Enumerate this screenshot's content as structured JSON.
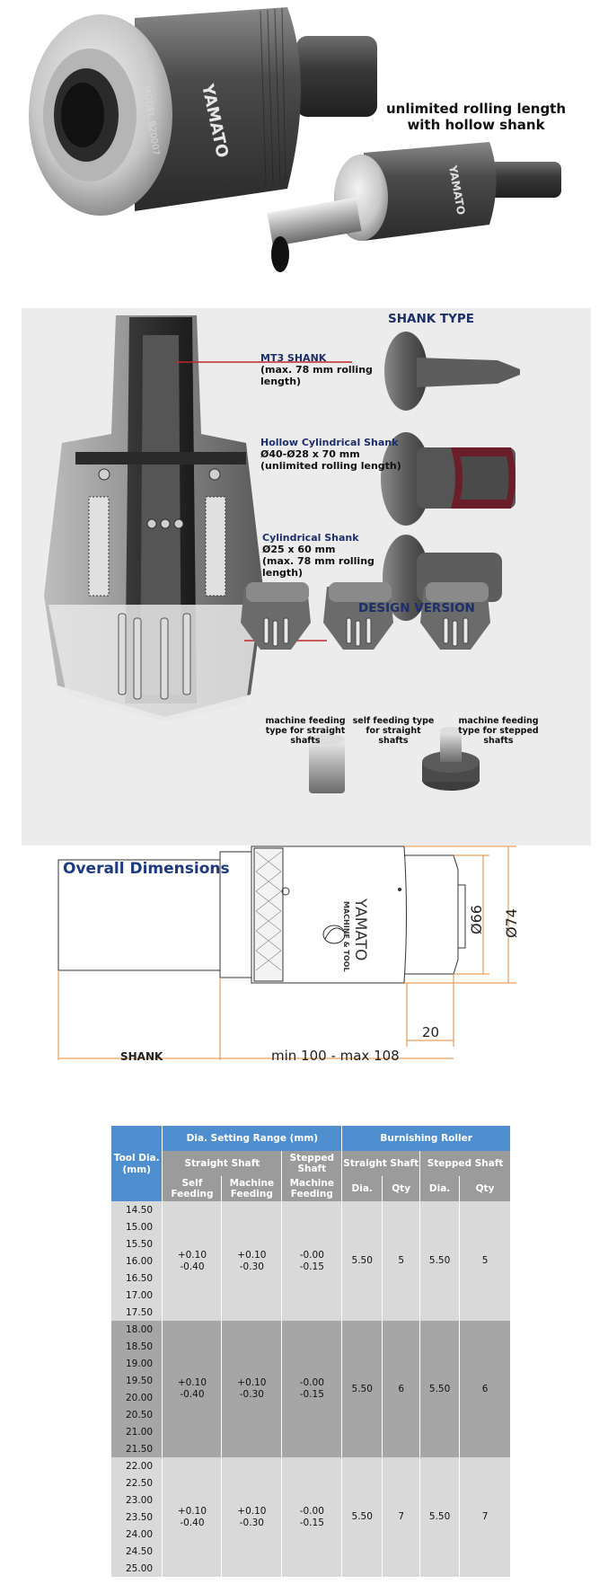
{
  "hero": {
    "brand_large": "YAMATO",
    "model_text": "MODEL B20007",
    "brand_small": "YAMATO",
    "caption": "unlimited rolling length with hollow shank"
  },
  "shank": {
    "heading": "SHANK TYPE",
    "types": [
      {
        "name": "MT3 SHANK",
        "desc": [
          "(max. 78 mm rolling length)"
        ]
      },
      {
        "name": "Hollow Cylindrical Shank",
        "desc": [
          "Ø40-Ø28 x 70 mm",
          "(unlimited rolling length)"
        ]
      },
      {
        "name": "Cylindrical Shank",
        "desc": [
          "Ø25 x 60 mm",
          "(max. 78 mm rolling length)"
        ]
      }
    ]
  },
  "design": {
    "heading": "DESIGN VERSION",
    "versions": [
      {
        "caption": [
          "machine feeding",
          "type for straight",
          "shafts"
        ]
      },
      {
        "caption": [
          "self feeding type",
          "for straight",
          "shafts"
        ]
      },
      {
        "caption": [
          "machine feeding",
          "type for stepped",
          "shafts"
        ]
      }
    ]
  },
  "dimensions": {
    "title": "Overall Dimensions",
    "brand": "YAMATO",
    "brand_sub": "MACHINE & TOOL",
    "d_inner": "Ø66",
    "d_outer": "Ø74",
    "offset": "20",
    "shank_label": "SHANK",
    "length_label": "min 100 - max 108"
  },
  "table": {
    "header": {
      "tool_dia": "Tool Dia. (mm)",
      "range": "Dia. Setting Range (mm)",
      "roller": "Burnishing Roller",
      "straight_shaft": "Straight Shaft",
      "stepped_shaft": "Stepped Shaft",
      "self_feeding": "Self Feeding",
      "machine_feeding": "Machine Feeding",
      "machine_feeding_stepped": "Machine Feeding",
      "roller_straight": "Straight Shaft",
      "roller_stepped": "Stepped Shaft",
      "dia": "Dia.",
      "qty": "Qty",
      "dia2": "Dia.",
      "qty2": "Qty"
    },
    "groups": [
      {
        "dias": [
          "14.50",
          "15.00",
          "15.50",
          "16.00",
          "16.50",
          "17.00",
          "17.50"
        ],
        "self": [
          "+0.10",
          "-0.40"
        ],
        "machine": [
          "+0.10",
          "-0.30"
        ],
        "stepped": [
          "-0.00",
          "-0.15"
        ],
        "roller_dia": "5.50",
        "roller_qty": "5",
        "stepped_dia": "5.50",
        "stepped_qty": "5"
      },
      {
        "dias": [
          "18.00",
          "18.50",
          "19.00",
          "19.50",
          "20.00",
          "20.50",
          "21.00",
          "21.50"
        ],
        "self": [
          "+0.10",
          "-0.40"
        ],
        "machine": [
          "+0.10",
          "-0.30"
        ],
        "stepped": [
          "-0.00",
          "-0.15"
        ],
        "roller_dia": "5.50",
        "roller_qty": "6",
        "stepped_dia": "5.50",
        "stepped_qty": "6"
      },
      {
        "dias": [
          "22.00",
          "22.50",
          "23.00",
          "23.50",
          "24.00",
          "24.50",
          "25.00"
        ],
        "self": [
          "+0.10",
          "-0.40"
        ],
        "machine": [
          "+0.10",
          "-0.30"
        ],
        "stepped": [
          "-0.00",
          "-0.15"
        ],
        "roller_dia": "5.50",
        "roller_qty": "7",
        "stepped_dia": "5.50",
        "stepped_qty": "7"
      }
    ]
  }
}
